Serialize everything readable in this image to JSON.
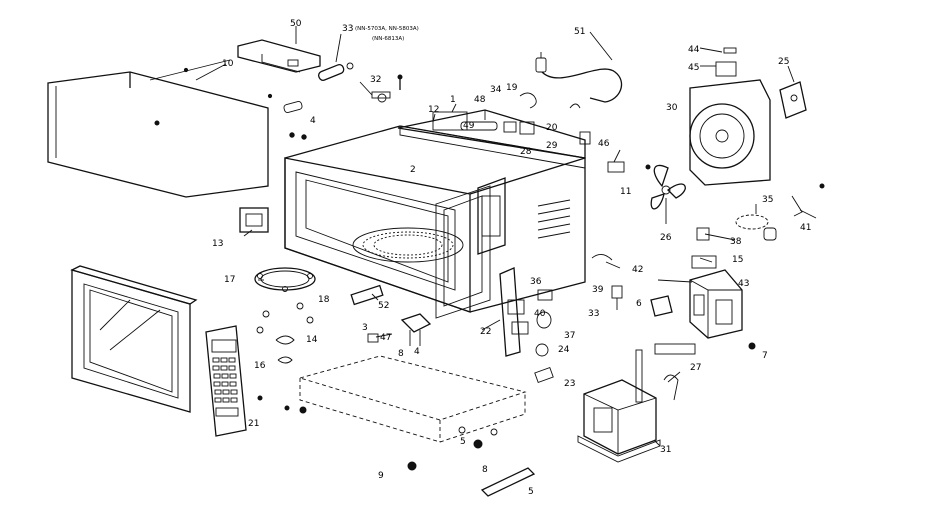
{
  "diagram": {
    "callouts": [
      {
        "id": "c50",
        "text": "50"
      },
      {
        "id": "c33a",
        "text": "33"
      },
      {
        "id": "c33note1",
        "text": "(NN-5703A, NN-5803A)"
      },
      {
        "id": "c33note2",
        "text": "(NN-6813A)"
      },
      {
        "id": "c51",
        "text": "51"
      },
      {
        "id": "c44",
        "text": "44"
      },
      {
        "id": "c45",
        "text": "45"
      },
      {
        "id": "c25",
        "text": "25"
      },
      {
        "id": "c10",
        "text": "10"
      },
      {
        "id": "c32",
        "text": "32"
      },
      {
        "id": "c4a",
        "text": "4"
      },
      {
        "id": "c1",
        "text": "1"
      },
      {
        "id": "c12",
        "text": "12"
      },
      {
        "id": "c48",
        "text": "48"
      },
      {
        "id": "c49",
        "text": "49"
      },
      {
        "id": "c34",
        "text": "34"
      },
      {
        "id": "c19",
        "text": "19"
      },
      {
        "id": "c28",
        "text": "28"
      },
      {
        "id": "c20",
        "text": "20"
      },
      {
        "id": "c29",
        "text": "29"
      },
      {
        "id": "c46",
        "text": "46"
      },
      {
        "id": "c30",
        "text": "30"
      },
      {
        "id": "c2",
        "text": "2"
      },
      {
        "id": "c11",
        "text": "11"
      },
      {
        "id": "c35",
        "text": "35"
      },
      {
        "id": "c41",
        "text": "41"
      },
      {
        "id": "c26",
        "text": "26"
      },
      {
        "id": "c38",
        "text": "38"
      },
      {
        "id": "c15",
        "text": "15"
      },
      {
        "id": "c13",
        "text": "13"
      },
      {
        "id": "c17",
        "text": "17"
      },
      {
        "id": "c42",
        "text": "42"
      },
      {
        "id": "c43",
        "text": "43"
      },
      {
        "id": "c36",
        "text": "36"
      },
      {
        "id": "c39",
        "text": "39"
      },
      {
        "id": "c18",
        "text": "18"
      },
      {
        "id": "c52",
        "text": "52"
      },
      {
        "id": "c6",
        "text": "6"
      },
      {
        "id": "c33b",
        "text": "33"
      },
      {
        "id": "c40",
        "text": "40"
      },
      {
        "id": "c3",
        "text": "3"
      },
      {
        "id": "c47",
        "text": "47"
      },
      {
        "id": "c22",
        "text": "22"
      },
      {
        "id": "c37",
        "text": "37"
      },
      {
        "id": "c14",
        "text": "14"
      },
      {
        "id": "c8a",
        "text": "8"
      },
      {
        "id": "c4b",
        "text": "4"
      },
      {
        "id": "c24",
        "text": "24"
      },
      {
        "id": "c7",
        "text": "7"
      },
      {
        "id": "c27",
        "text": "27"
      },
      {
        "id": "c16",
        "text": "16"
      },
      {
        "id": "c23",
        "text": "23"
      },
      {
        "id": "c21",
        "text": "21"
      },
      {
        "id": "c31",
        "text": "31"
      },
      {
        "id": "c5a",
        "text": "5"
      },
      {
        "id": "c8b",
        "text": "8"
      },
      {
        "id": "c9",
        "text": "9"
      },
      {
        "id": "c5b",
        "text": "5"
      }
    ]
  }
}
